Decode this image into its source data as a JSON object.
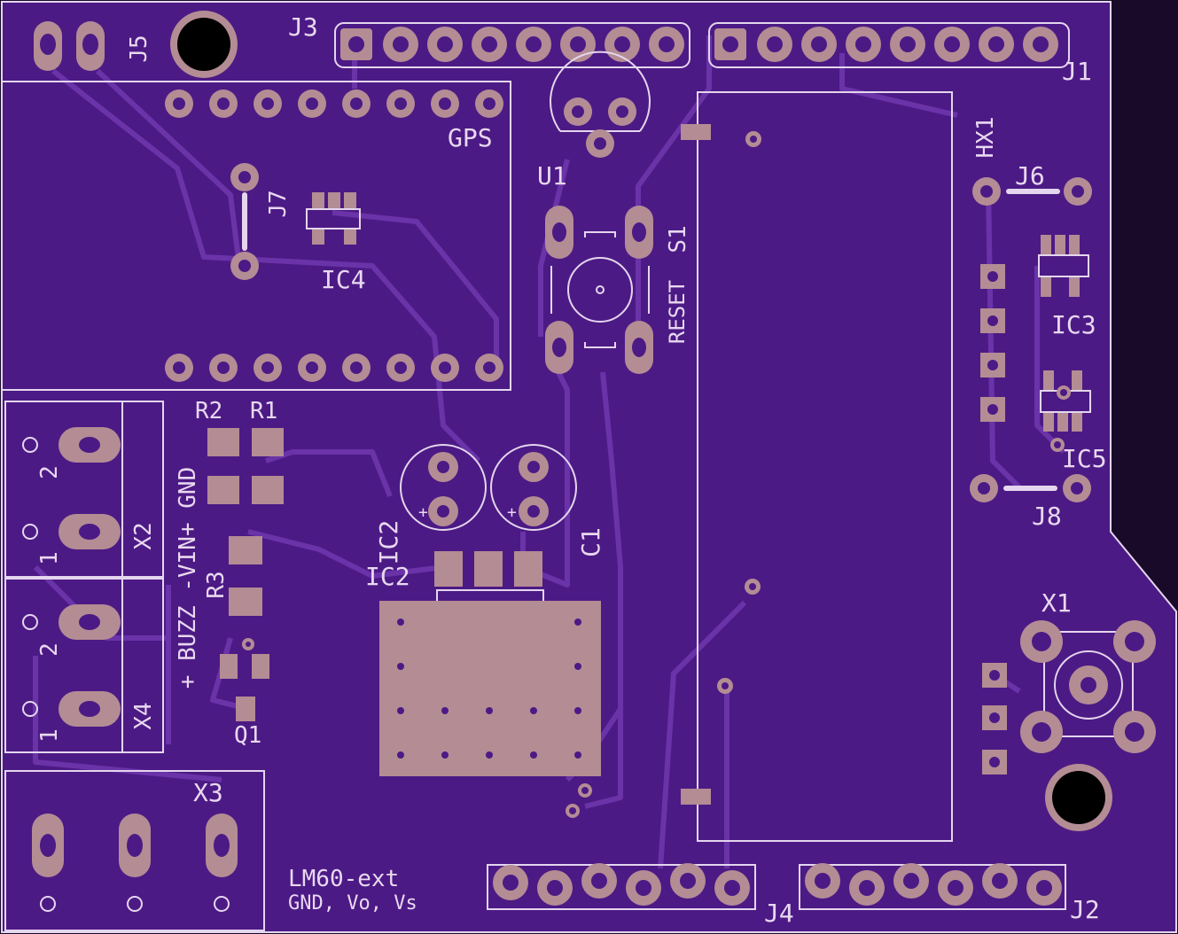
{
  "colors": {
    "board": "#4c1a85",
    "board_edge": "#2a0f4d",
    "trace": "#6a33a8",
    "copper": "#b48c94",
    "silkscreen": "#e4d6ee",
    "hole": "#000000"
  },
  "labels": {
    "J5": "J5",
    "J3": "J3",
    "J1": "J1",
    "GPS": "GPS",
    "U1": "U1",
    "HX1": "HX1",
    "J6": "J6",
    "J7": "J7",
    "IC4": "IC4",
    "S1": "S1",
    "RESET": "RESET",
    "IC3": "IC3",
    "IC5": "IC5",
    "J8": "J8",
    "R2": "R2",
    "R1": "R1",
    "power_pins": "+ BUZZ -VIN+ GND",
    "X2": "X2",
    "X4": "X4",
    "R3": "R3",
    "Q1": "Q1",
    "IC2_a": "IC2",
    "IC2_b": "IC2",
    "C1": "C1",
    "X1": "X1",
    "X3": "X3",
    "lm60_title": "LM60-ext",
    "lm60_pins": "GND, Vo, Vs",
    "J4": "J4",
    "J2": "J2",
    "pin_1": "1",
    "pin_2": "2",
    "plus": "+"
  }
}
